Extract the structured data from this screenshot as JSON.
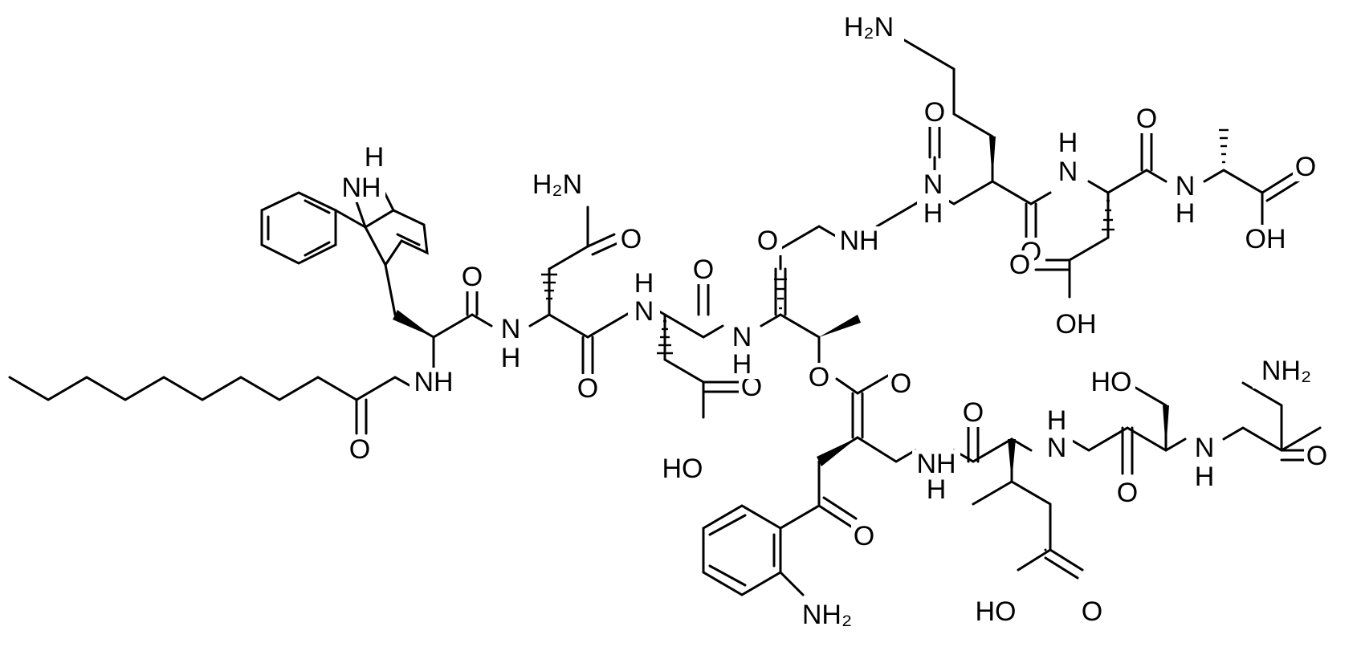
{
  "labels": {
    "indole_nh": "NH",
    "asn_amide": "H₂N",
    "orn_amine": "H₂N",
    "gly_amine": "NH₂",
    "kyn_amine": "NH₂",
    "nh": "NH",
    "h": "H",
    "n": "N",
    "o": "O",
    "oh": "OH",
    "ho": "HO"
  }
}
